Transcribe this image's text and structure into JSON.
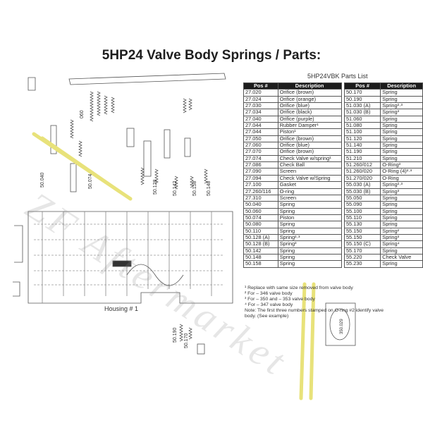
{
  "title": "5HP24 Valve Body Springs / Parts:",
  "parts_list_title": "5HP24VBK Parts List",
  "housing_label": "Housing # 1",
  "columns": {
    "pos": "Pos #",
    "desc": "Description",
    "pos2": "Pos #",
    "desc2": "Description"
  },
  "rows": [
    {
      "pos": "27.020",
      "desc": "Orifice (brown)",
      "pos2": "50.170",
      "desc2": "Spring"
    },
    {
      "pos": "27.024",
      "desc": "Orifice (orange)",
      "pos2": "50.190",
      "desc2": "Spring"
    },
    {
      "pos": "27.030",
      "desc": "Orifice (blue)",
      "pos2": "51.030 (A)",
      "desc2": "Spring²·³"
    },
    {
      "pos": "27.034",
      "desc": "Orifice (black)",
      "pos2": "51.030 (B)",
      "desc2": "Spring³"
    },
    {
      "pos": "27.040",
      "desc": "Orifice (purple)",
      "pos2": "51.060",
      "desc2": "Spring"
    },
    {
      "pos": "27.044",
      "desc": "Rubber Damper¹",
      "pos2": "51.080",
      "desc2": "Spring"
    },
    {
      "pos": "27.044",
      "desc": "Piston¹",
      "pos2": "51.100",
      "desc2": "Spring"
    },
    {
      "pos": "27.050",
      "desc": "Orifice (brown)",
      "pos2": "51.120",
      "desc2": "Spring"
    },
    {
      "pos": "27.060",
      "desc": "Orifice (blue)",
      "pos2": "51.140",
      "desc2": "Spring"
    },
    {
      "pos": "27.070",
      "desc": "Orifice (brown)",
      "pos2": "51.190",
      "desc2": "Spring"
    },
    {
      "pos": "27.074",
      "desc": "Check Valve w/spring¹",
      "pos2": "51.210",
      "desc2": "Spring"
    },
    {
      "pos": "27.086",
      "desc": "Check Ball",
      "pos2": "51.260/012",
      "desc2": "O-Ring³"
    },
    {
      "pos": "27.090",
      "desc": "Screen",
      "pos2": "51.260/020",
      "desc2": "O-Ring (4)²·³"
    },
    {
      "pos": "27.094",
      "desc": "Check Valve w/Spring",
      "pos2": "51.270/020",
      "desc2": "O-Ring"
    },
    {
      "pos": "27.100",
      "desc": "Gasket",
      "pos2": "55.030 (A)",
      "desc2": "Spring²·³"
    },
    {
      "pos": "27.260/116",
      "desc": "O-ring",
      "pos2": "55.030 (B)",
      "desc2": "Spring³"
    },
    {
      "pos": "27.310",
      "desc": "Screen",
      "pos2": "55.050",
      "desc2": "Spring"
    },
    {
      "pos": "50.040",
      "desc": "Spring",
      "pos2": "55.090",
      "desc2": "Spring"
    },
    {
      "pos": "50.060",
      "desc": "Spring",
      "pos2": "55.100",
      "desc2": "Spring"
    },
    {
      "pos": "50.074",
      "desc": "Piston",
      "pos2": "55.110",
      "desc2": "Spring"
    },
    {
      "pos": "50.080",
      "desc": "Spring",
      "pos2": "55.130",
      "desc2": "Spring"
    },
    {
      "pos": "50.110",
      "desc": "Spring",
      "pos2": "55.150",
      "desc2": "Spring²"
    },
    {
      "pos": "50.128 (A)",
      "desc": "Spring²·³",
      "pos2": "55.150",
      "desc2": "Spring³"
    },
    {
      "pos": "50.128 (B)",
      "desc": "Spring³",
      "pos2": "55.150 (C)",
      "desc2": "Spring⁴"
    },
    {
      "pos": "50.142",
      "desc": "Spring",
      "pos2": "55.170",
      "desc2": "Spring"
    },
    {
      "pos": "50.148",
      "desc": "Spring",
      "pos2": "55.220",
      "desc2": "Check Valve"
    },
    {
      "pos": "50.158",
      "desc": "Spring",
      "pos2": "55.230",
      "desc2": "Spring"
    }
  ],
  "notes": [
    "¹ Replace with same size removed from valve body",
    "² For – 346 valve body",
    "³ For – 350 and – 353 valve body",
    "⁴ For – 347 valve body",
    "Note:  The first three numbers stamped on O-ring #2 identify valve",
    "body.  (See example)"
  ],
  "diagram_labels": {
    "l1": "50.040",
    "l2": "060",
    "l3": "50.074",
    "l4": "50.128",
    "l5": "50.142",
    "l6": "50.158",
    "l7": "50.148",
    "l8": "50.190",
    "l9": "50.170",
    "example": "350.029"
  },
  "watermark": "ZF Aftermarket",
  "colors": {
    "highlight_rod": "#e8e27a",
    "line": "#444444",
    "header_bg": "#1c1c1c"
  }
}
